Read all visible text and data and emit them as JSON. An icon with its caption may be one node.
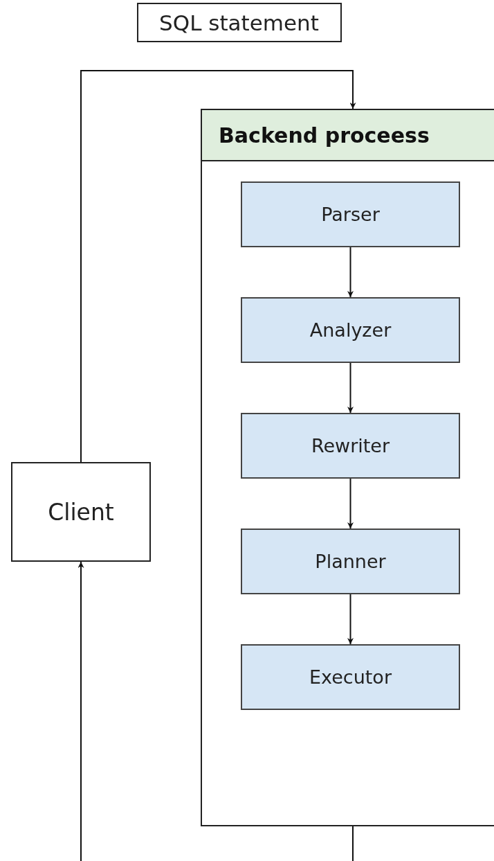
{
  "diagram": {
    "nodes": [
      {
        "text": [
          "Client"
        ]
      },
      {
        "text": [
          "Backend proceess"
        ]
      },
      {
        "text": [
          "Parser"
        ],
        "in": 1
      },
      {
        "text": [
          "Analyzer"
        ],
        "in": 1
      },
      {
        "text": [
          "Rewriter"
        ],
        "in": 1
      },
      {
        "text": [
          "Planner"
        ],
        "in": 1
      },
      {
        "text": [
          "Executor"
        ],
        "in": 1
      }
    ],
    "edges": [
      {
        "from": 0,
        "to": 1,
        "arrow": "to",
        "label": "SQL statement"
      },
      {
        "from": 2,
        "to": 3,
        "arrow": "to"
      },
      {
        "from": 3,
        "to": 4,
        "arrow": "to"
      },
      {
        "from": 4,
        "to": 5,
        "arrow": "to"
      },
      {
        "from": 5,
        "to": 6,
        "arrow": "to"
      },
      {
        "from": 1,
        "to": 0,
        "arrow": "to"
      }
    ]
  }
}
